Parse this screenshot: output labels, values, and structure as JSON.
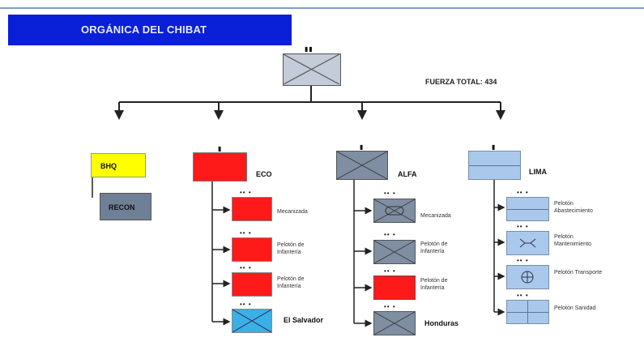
{
  "title": "ORGÁNICA DEL CHIBAT",
  "force_total": "FUERZA TOTAL: 434",
  "units": {
    "bhq": "BHQ",
    "recon": "RECON",
    "eco": "ECO",
    "alfa": "ALFA",
    "lima": "LIMA"
  },
  "eco_platoons": [
    "Mecanizada",
    "Pelotón de Infantería",
    "Pelotón de Infantería",
    "El Salvador"
  ],
  "alfa_platoons": [
    "Mecanizada",
    "Pelotón de Infantería",
    "Pelotón de Infantería",
    "Honduras"
  ],
  "lima_platoons": [
    "Pelotón Abastecimiento",
    "Pelotón Mantenimiento",
    "Pelotón Transporte",
    "Pelotón Sanidad"
  ],
  "colors": {
    "title_bg": "#0a1fd8",
    "hq": "#c3ccd8",
    "bhq": "#ffff00",
    "recon": "#6f7f96",
    "eco": "#ff1a1a",
    "alfa": "#7f8ea3",
    "lima": "#a9c8ec",
    "el_salvador": "#3ab0e6"
  }
}
